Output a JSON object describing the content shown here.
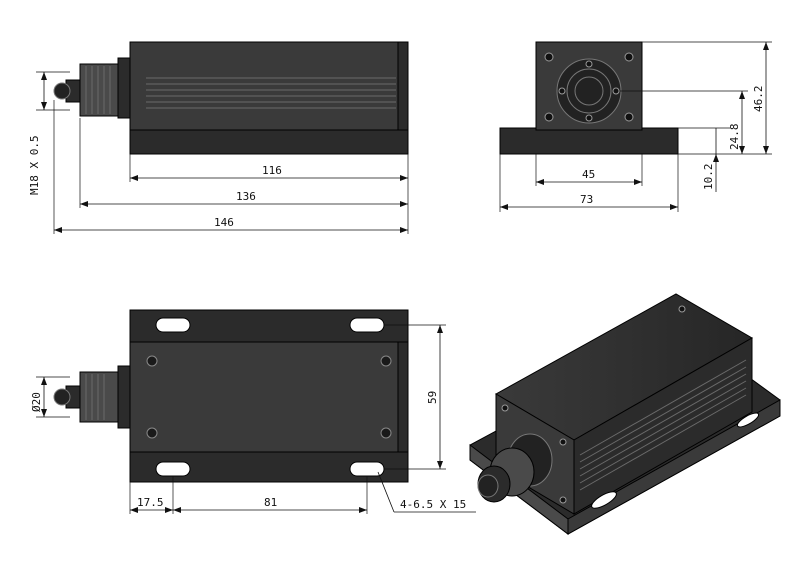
{
  "dimensions": {
    "side_length_housing": "116",
    "side_length_with_connector_body": "136",
    "side_length_overall": "146",
    "thread_spec": "M18 X 0.5",
    "front_base_width": "73",
    "front_body_width": "45",
    "front_base_height": "10.2",
    "front_center_height": "24.8",
    "front_total_height": "46.2",
    "top_slot_spacing": "59",
    "top_edge_offset": "17.5",
    "top_hole_pitch": "81",
    "top_slot_spec": "4-6.5 X 15",
    "top_connector_diameter": "Ø20"
  },
  "colors": {
    "body": "#2b2b2b",
    "line": "#111111",
    "background": "#ffffff"
  }
}
